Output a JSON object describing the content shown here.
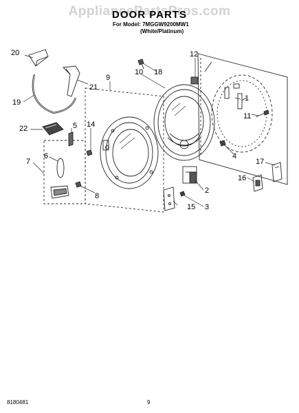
{
  "header": {
    "watermark": "AppliancePartsPros.com",
    "title": "DOOR PARTS",
    "model_line": "For Model: 7MGGW9200MW1",
    "color_line": "(White/Platinum)"
  },
  "callouts": [
    "1",
    "2",
    "3",
    "4",
    "5",
    "6",
    "7",
    "8",
    "9",
    "10",
    "11",
    "12",
    "14",
    "15",
    "16",
    "17",
    "18",
    "19",
    "20",
    "21",
    "22"
  ],
  "footer": {
    "doc_number": "8180481",
    "page_number": "9"
  }
}
